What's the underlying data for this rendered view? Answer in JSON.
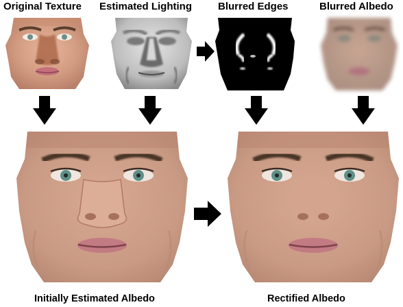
{
  "top_labels": {
    "original_texture": "Original Texture",
    "estimated_lighting": "Estimated Lighting",
    "blurred_edges": "Blurred Edges",
    "blurred_albedo": "Blurred Albedo"
  },
  "bottom_labels": {
    "initially_estimated_albedo": "Initially Estimated Albedo",
    "rectified_albedo": "Rectified Albedo"
  }
}
